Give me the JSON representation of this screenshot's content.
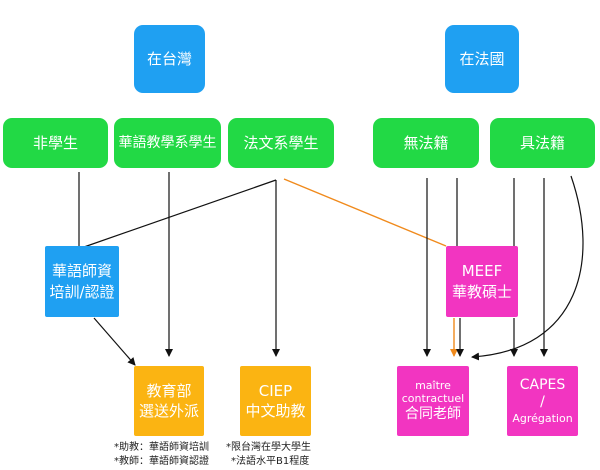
{
  "top": {
    "taiwan": "在台灣",
    "france": "在法國"
  },
  "categories": {
    "non_student": "非學生",
    "chinese_teaching_student": "華語教學系學生",
    "french_student": "法文系學生",
    "no_french_nationality": "無法籍",
    "french_nationality": "具法籍"
  },
  "certification": {
    "line1": "華語師資",
    "line2": "培訓/認證"
  },
  "meef": {
    "line1": "MEEF",
    "line2": "華教碩士"
  },
  "outcomes": {
    "moe": {
      "line1": "教育部",
      "line2": "選送外派"
    },
    "ciep": {
      "line1": "CIEP",
      "line2": "中文助教"
    },
    "contractuel": {
      "line1": "maître",
      "line2": "contractuel",
      "line3": "合同老師"
    },
    "capes": {
      "line1": "CAPES",
      "line2": "/",
      "line3": "Agrégation"
    }
  },
  "notes": {
    "moe_1": "*助教：華語師資培訓",
    "moe_2": "*教師：華語師資認證",
    "ciep_1": "*限台灣在學大學生",
    "ciep_2": "*法語水平B1程度"
  },
  "colors": {
    "blue": "#1fa0f2",
    "green": "#22d945",
    "yellow": "#fbb412",
    "pink": "#f235c1",
    "orange_line": "#f08a1c",
    "black_line": "#111111"
  }
}
